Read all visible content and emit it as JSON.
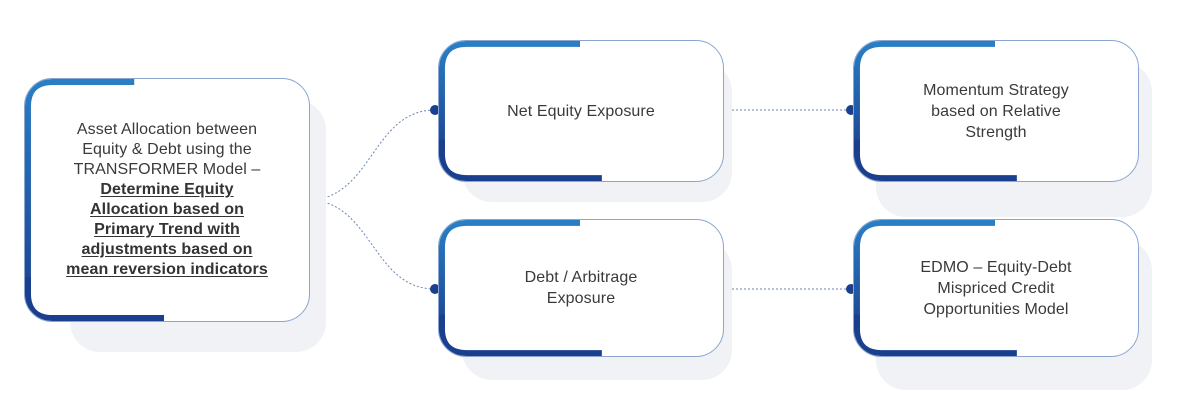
{
  "diagram": {
    "main_node": {
      "intro_line_1": "Asset Allocation between",
      "intro_line_2": "Equity & Debt using the",
      "intro_line_3": "TRANSFORMER Model –",
      "emphasis_line_1": "Determine Equity",
      "emphasis_line_2": "Allocation based on",
      "emphasis_line_3": "Primary Trend with",
      "emphasis_line_4": "adjustments based on",
      "emphasis_line_5": "mean reversion indicators"
    },
    "middle_nodes": [
      {
        "line_1": "Net Equity Exposure",
        "line_2": ""
      },
      {
        "line_1": "Debt / Arbitrage",
        "line_2": "Exposure"
      }
    ],
    "right_nodes": [
      {
        "line_1": "Momentum Strategy",
        "line_2": "based on Relative",
        "line_3": "Strength"
      },
      {
        "line_1": "EDMO – Equity-Debt",
        "line_2": "Mispriced Credit",
        "line_3": "Opportunities Model"
      }
    ],
    "colors": {
      "accent_dark": "#1b3f8f",
      "accent_light": "#2a7ec4",
      "border": "#8aa6cf",
      "connector": "#5b78a8",
      "shadow": "#f1f2f5",
      "text": "#3a3a3a"
    }
  }
}
